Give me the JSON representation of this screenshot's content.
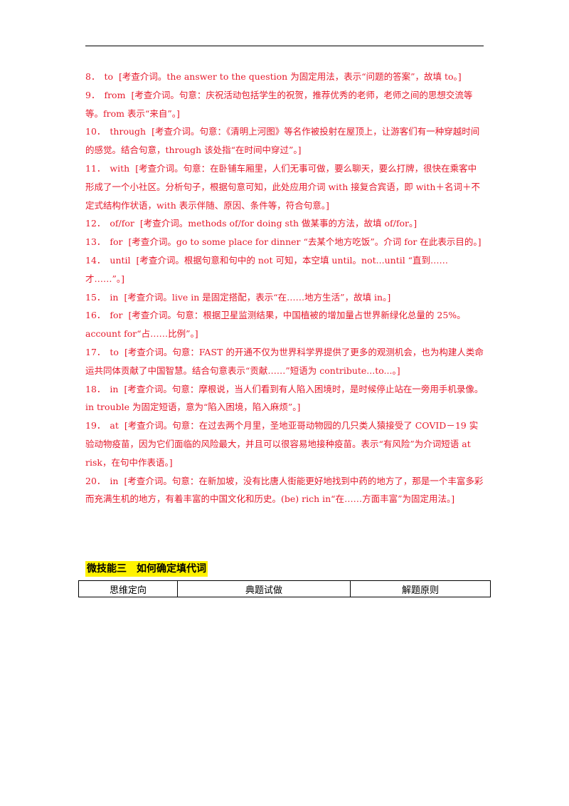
{
  "answers": [
    {
      "num": "8．",
      "word": "to",
      "text": "[考查介词。the answer to the question 为固定用法，表示“问题的答案”，故填 to。]"
    },
    {
      "num": "9．",
      "word": "from",
      "text": "[考查介词。句意：庆祝活动包括学生的祝贺，推荐优秀的老师，老师之间的思想交流等等。from 表示“来自”。]"
    },
    {
      "num": "10．",
      "word": "through",
      "text": "[考查介词。句意：《清明上河图》等名作被投射在屋顶上，让游客们有一种穿越时间的感觉。结合句意，through 该处指“在时间中穿过”。]"
    },
    {
      "num": "11．",
      "word": "with",
      "text": "[考查介词。句意：在卧铺车厢里，人们无事可做，要么聊天，要么打牌，很快在乘客中形成了一个小社区。分析句子，根据句意可知，此处应用介词 with 接复合宾语，即 with＋名词＋不定式结构作状语，with 表示伴随、原因、条件等，符合句意。]"
    },
    {
      "num": "12．",
      "word": "of/for",
      "text": "[考查介词。methods of/for doing sth 做某事的方法，故填 of/for。]"
    },
    {
      "num": "13．",
      "word": "for",
      "text": "[考查介词。go to some place for dinner “去某个地方吃饭”。介词 for 在此表示目的。]"
    },
    {
      "num": "14．",
      "word": "until",
      "text": "[考查介词。根据句意和句中的 not 可知，本空填 until。not...until “直到……才……”。]"
    },
    {
      "num": "15．",
      "word": "in",
      "text": "[考查介词。live in 是固定搭配，表示“在……地方生活”，故填 in。]"
    },
    {
      "num": "16．",
      "word": "for",
      "text": "[考查介词。句意：根据卫星监测结果，中国植被的增加量占世界新绿化总量的 25%。account for“占……比例”。]"
    },
    {
      "num": "17．",
      "word": "to",
      "text": "[考查介词。句意：FAST 的开通不仅为世界科学界提供了更多的观测机会，也为构建人类命运共同体贡献了中国智慧。结合句意表示“贡献……”短语为 contribute...to...。]"
    },
    {
      "num": "18．",
      "word": "in",
      "text": "[考查介词。句意：摩根说，当人们看到有人陷入困境时，是时候停止站在一旁用手机录像。in trouble 为固定短语，意为“陷入困境，陷入麻烦”。]"
    },
    {
      "num": "19．",
      "word": "at",
      "text": "[考查介词。句意：在过去两个月里，圣地亚哥动物园的几只类人猿接受了 COVID－19 实验动物疫苗，因为它们面临的风险最大，并且可以很容易地接种疫苗。表示“有风险”为介词短语 at risk，在句中作表语。]"
    },
    {
      "num": "20．",
      "word": "in",
      "text": "[考查介词。句意：在新加坡，没有比唐人街能更好地找到中药的地方了，那是一个丰富多彩而充满生机的地方，有着丰富的中国文化和历史。(be) rich in“在……方面丰富”为固定用法。]"
    }
  ],
  "section": {
    "title": "微技能三　如何确定填代词"
  },
  "table": {
    "headers": [
      "思维定向",
      "典题试做",
      "解题原则"
    ]
  },
  "colors": {
    "answer_text": "#e6192b",
    "highlight": "#fff200"
  }
}
